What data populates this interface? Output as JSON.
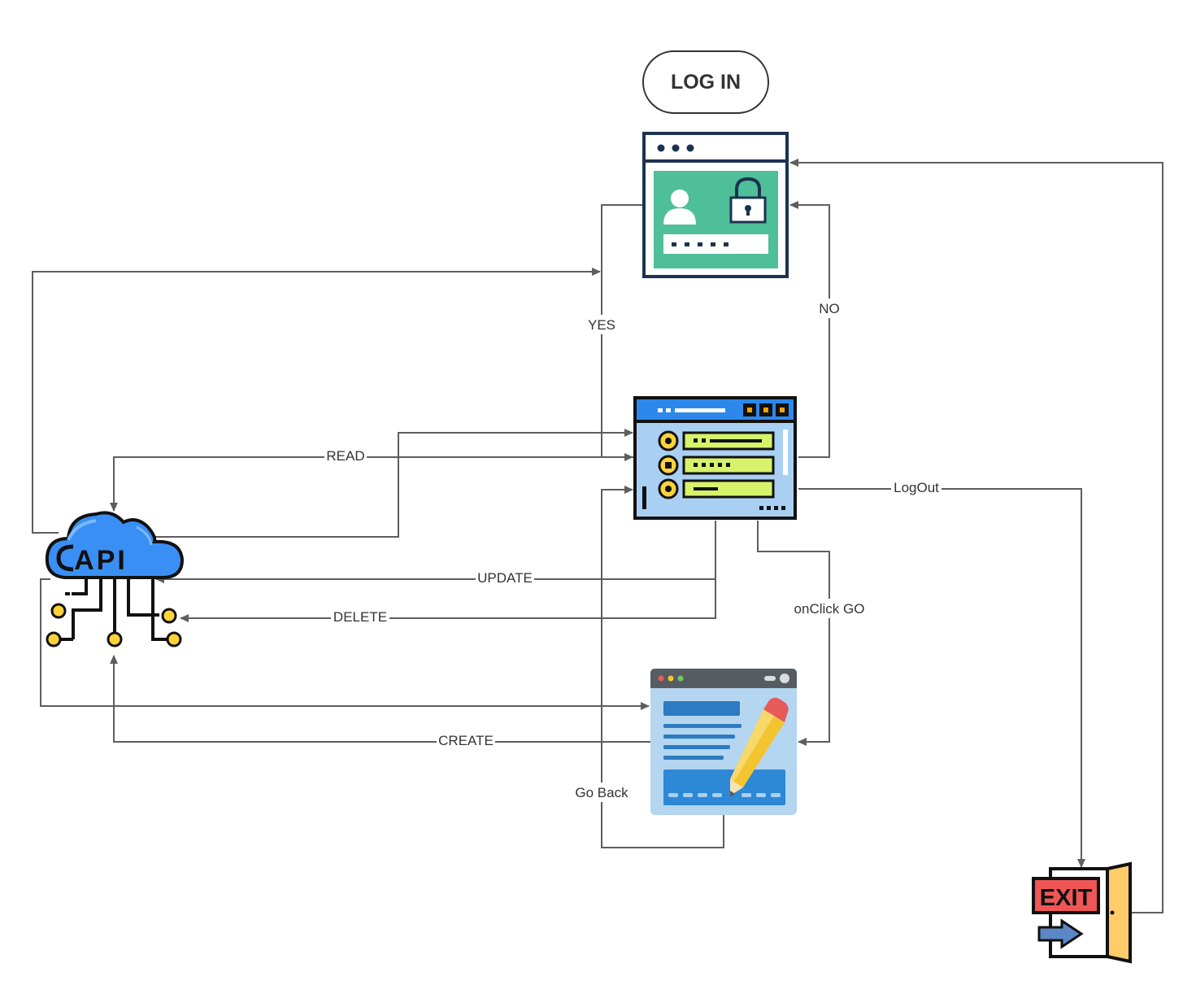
{
  "diagram": {
    "start": "LOG IN",
    "api_label": "API",
    "exit_label": "EXIT",
    "edges": {
      "yes": "YES",
      "no": "NO",
      "read": "READ",
      "update": "UPDATE",
      "delete": "DELETE",
      "create": "CREATE",
      "logout": "LogOut",
      "onclick": "onClick GO",
      "goback": "Go Back"
    }
  },
  "colors": {
    "edge": "#5e5e5e",
    "login_green": "#4fbf9a",
    "navy": "#1b3350",
    "dashboard_blue": "#2d88ec",
    "dashboard_panel": "#a9d0f2",
    "row_green": "#d7f26b",
    "cloud_blue": "#3a8ff5",
    "node_yellow": "#ffd23a",
    "editor_bg": "#b4d6f0",
    "editor_bar": "#565c61",
    "pencil_yellow": "#f4c430",
    "eraser_red": "#e85a5a",
    "exit_red": "#f05656",
    "door_yellow": "#ffcc6a",
    "arrow_blue": "#5b87c7"
  },
  "icons": [
    "login-window-icon",
    "lock-icon",
    "user-icon",
    "server-dashboard-icon",
    "api-cloud-icon",
    "editor-window-icon",
    "pencil-icon",
    "exit-door-icon"
  ]
}
